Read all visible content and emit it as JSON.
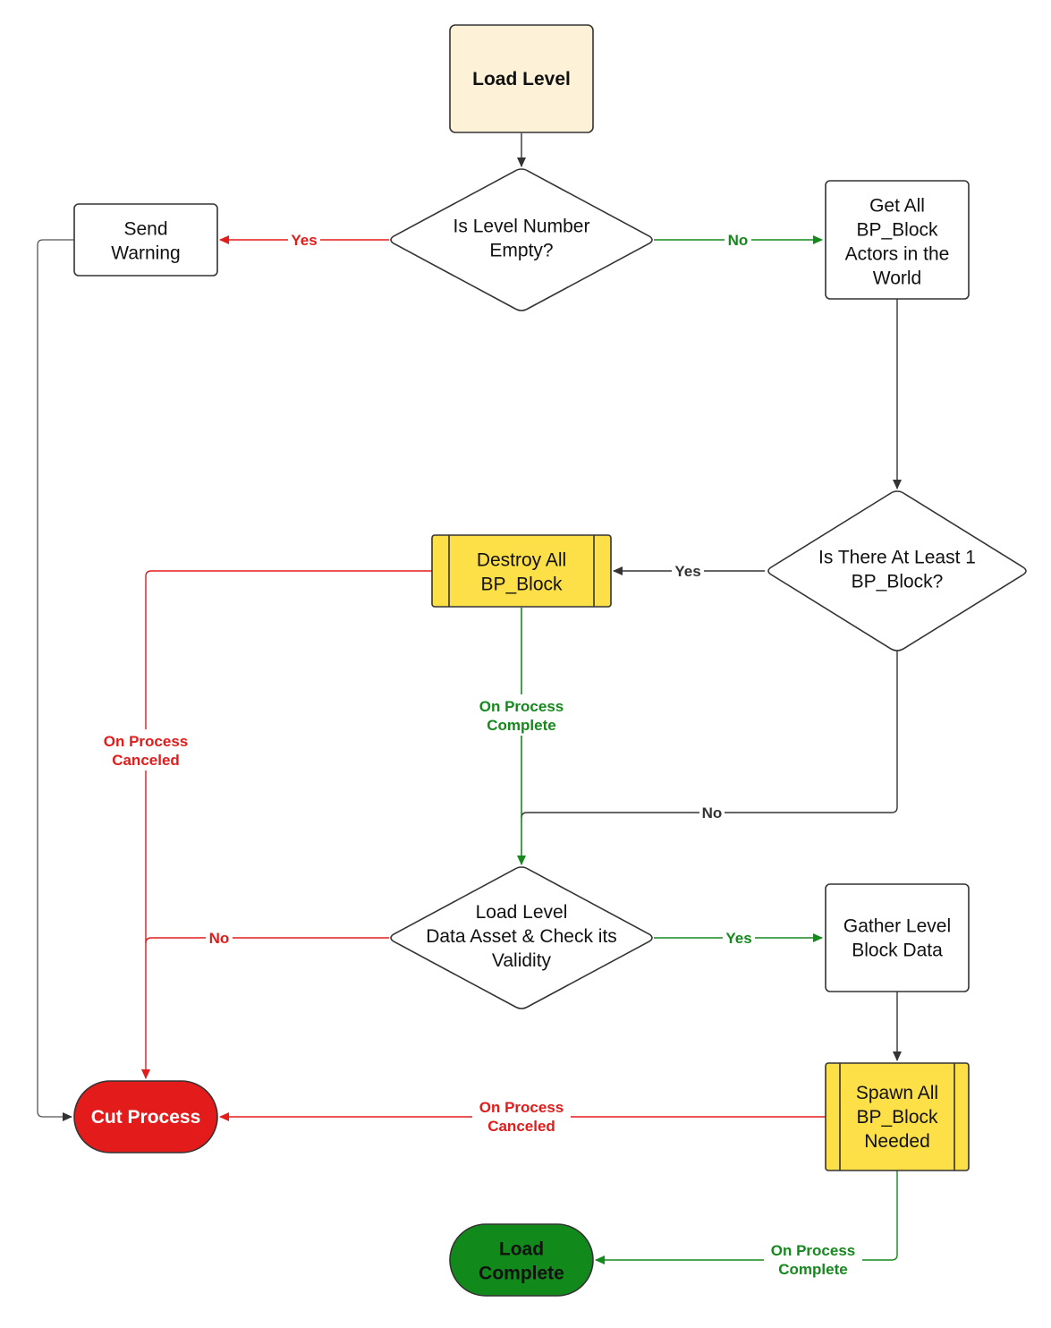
{
  "colors": {
    "start_fill": "#fdf1d8",
    "process_fill": "#ffffff",
    "subprocess_fill": "#fde047",
    "cut_fill": "#e31b1b",
    "complete_fill": "#118a1b",
    "stroke": "#333333",
    "red": "#e31b1b",
    "green": "#15891c",
    "dark": "#333333"
  },
  "nodes": {
    "load_level": [
      "Load Level"
    ],
    "level_empty": [
      "Is Level Number",
      "Empty?"
    ],
    "send_warning": [
      "Send",
      "Warning"
    ],
    "get_all": [
      "Get All",
      "BP_Block",
      "Actors in the",
      "World"
    ],
    "at_least_one": [
      "Is There At Least 1",
      "BP_Block?"
    ],
    "destroy_all": [
      "Destroy All",
      "BP_Block"
    ],
    "load_asset": [
      "Load Level",
      "Data Asset & Check its",
      "Validity"
    ],
    "gather": [
      "Gather Level",
      "Block Data"
    ],
    "spawn": [
      "Spawn All",
      "BP_Block",
      "Needed"
    ],
    "cut": [
      "Cut Process"
    ],
    "complete": [
      "Load",
      "Complete"
    ]
  },
  "edge_labels": {
    "empty_yes": [
      "Yes"
    ],
    "empty_no": [
      "No"
    ],
    "atleast_yes": [
      "Yes"
    ],
    "destroy_complete": [
      "On Process",
      "Complete"
    ],
    "destroy_canceled": [
      "On Process",
      "Canceled"
    ],
    "atleast_no": [
      "No"
    ],
    "asset_no": [
      "No"
    ],
    "asset_yes": [
      "Yes"
    ],
    "spawn_canceled": [
      "On Process",
      "Canceled"
    ],
    "spawn_complete": [
      "On Process",
      "Complete"
    ]
  }
}
